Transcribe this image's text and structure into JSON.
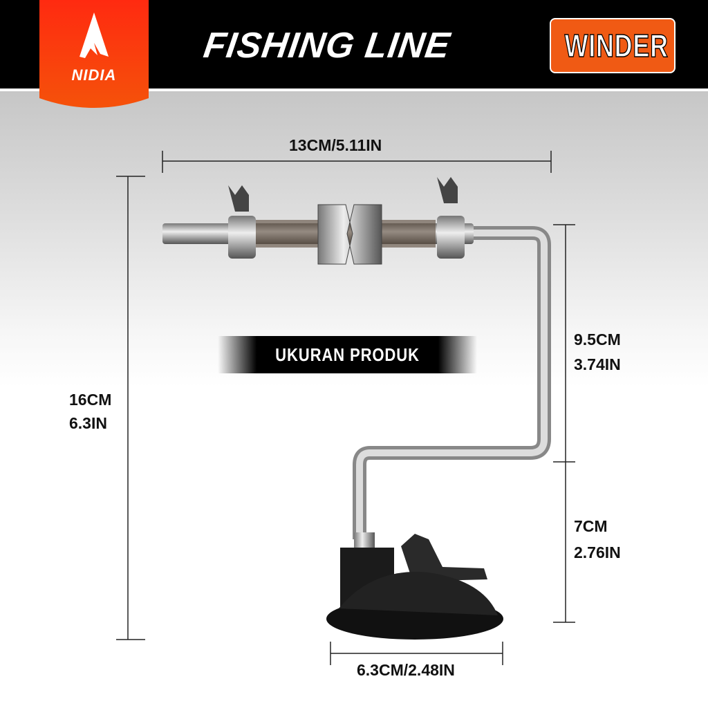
{
  "brand": {
    "name": "NIDIA"
  },
  "header": {
    "title": "FISHING LINE",
    "badge": "WINDER"
  },
  "banner": {
    "label": "UKURAN PRODUK"
  },
  "dimensions": {
    "top_width": "13CM/5.11IN",
    "total_height_cm": "16CM",
    "total_height_in": "6.3IN",
    "upper_height_cm": "9.5CM",
    "upper_height_in": "3.74IN",
    "lower_height_cm": "7CM",
    "lower_height_in": "2.76IN",
    "base_width": "6.3CM/2.48IN"
  },
  "colors": {
    "accent": "#f05a14",
    "header": "#000000"
  }
}
